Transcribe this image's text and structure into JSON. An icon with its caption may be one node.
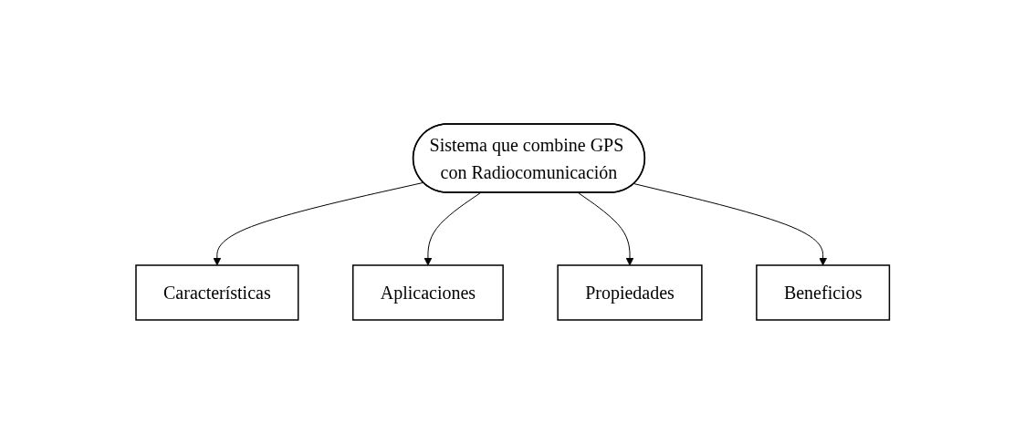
{
  "diagram": {
    "nodes": [
      {
        "text": [
          "Características"
        ]
      },
      {
        "text": [
          "Aplicaciones"
        ]
      },
      {
        "text": [
          "Sistema que combine GPS con Radiocomunicación"
        ]
      },
      {
        "text": [
          "Propiedades"
        ]
      },
      {
        "text": [
          "Beneficios"
        ]
      }
    ],
    "edges": [
      {
        "from": 2,
        "to": 0,
        "arrow": "to"
      },
      {
        "from": 2,
        "to": 1,
        "arrow": "to"
      },
      {
        "from": 2,
        "to": 3,
        "arrow": "to"
      },
      {
        "from": 2,
        "to": 4,
        "arrow": "to"
      }
    ]
  }
}
